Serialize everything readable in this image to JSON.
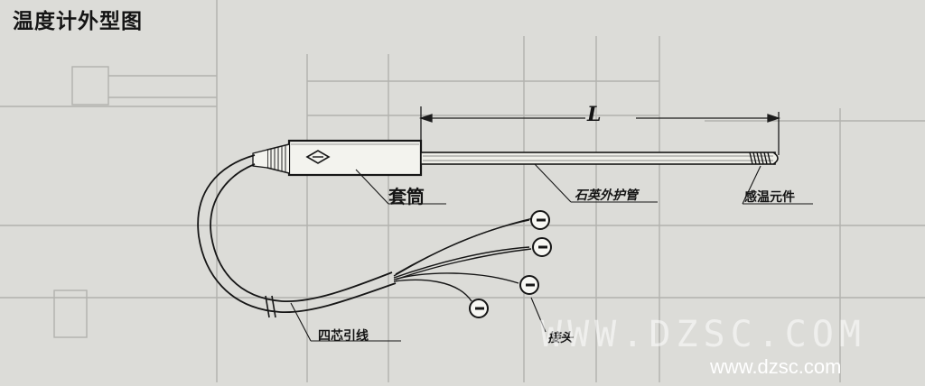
{
  "title": "温度计外型图",
  "labels": {
    "length": "L",
    "sleeve": "套筒",
    "quartz_tube": "石英外护管",
    "sensing_element": "感温元件",
    "four_core_lead": "四芯引线",
    "terminal": "接头"
  },
  "watermark": {
    "large": "WWW.DZSC.COM",
    "small": "www.dzsc.com"
  },
  "colors": {
    "paper": "#dcdcd8",
    "ink": "#161616",
    "faded": "#a9a9a5"
  }
}
